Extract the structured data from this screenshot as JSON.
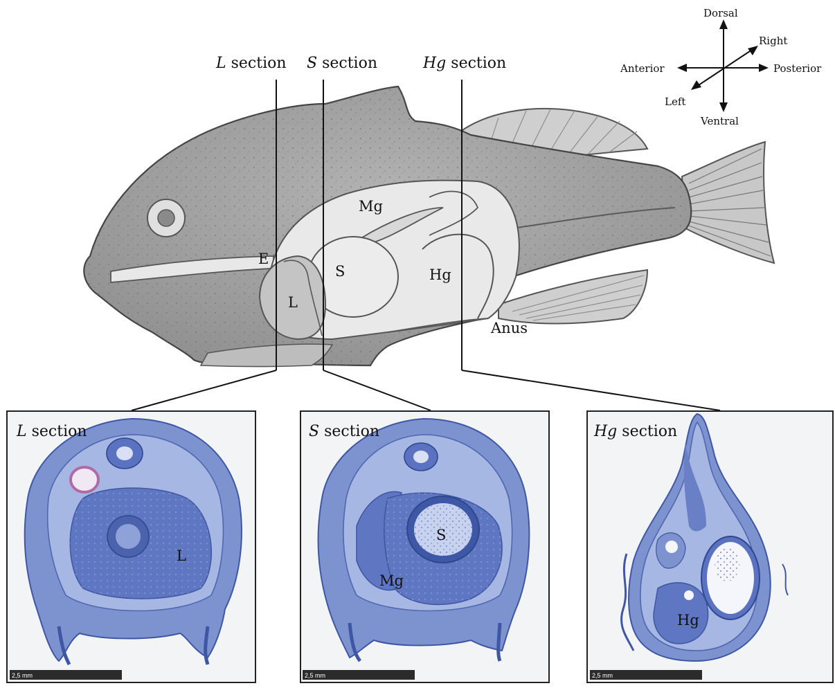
{
  "section_headers": {
    "L": {
      "italic": "L",
      "rest": " section"
    },
    "S": {
      "italic": "S",
      "rest": " section"
    },
    "Hg": {
      "italic": "Hg",
      "rest": " section"
    }
  },
  "compass": {
    "dorsal": "Dorsal",
    "ventral": "Ventral",
    "anterior": "Anterior",
    "posterior": "Posterior",
    "right": "Right",
    "left": "Left"
  },
  "fish_labels": {
    "E": "E",
    "L": "L",
    "S": "S",
    "Mg": "Mg",
    "Hg": "Hg",
    "anus": "Anus"
  },
  "panels": [
    {
      "title_italic": "L",
      "title_rest": " section",
      "organ_labels": [
        "L"
      ],
      "scale_text": "2,5 mm"
    },
    {
      "title_italic": "S",
      "title_rest": " section",
      "organ_labels": [
        "S",
        "Mg"
      ],
      "scale_text": "2,5 mm"
    },
    {
      "title_italic": "Hg",
      "title_rest": " section",
      "organ_labels": [
        "Hg"
      ],
      "scale_text": "2,5 mm"
    }
  ],
  "colors": {
    "fish_body": "#a9a9a9",
    "fish_belly": "#e6e6e6",
    "tissue_blue": "#6f86c9",
    "tissue_dark": "#4f66b0",
    "tissue_light": "#c7d3ee",
    "lumen": "#eef1f8",
    "scalebar": "#2b2b2b"
  }
}
